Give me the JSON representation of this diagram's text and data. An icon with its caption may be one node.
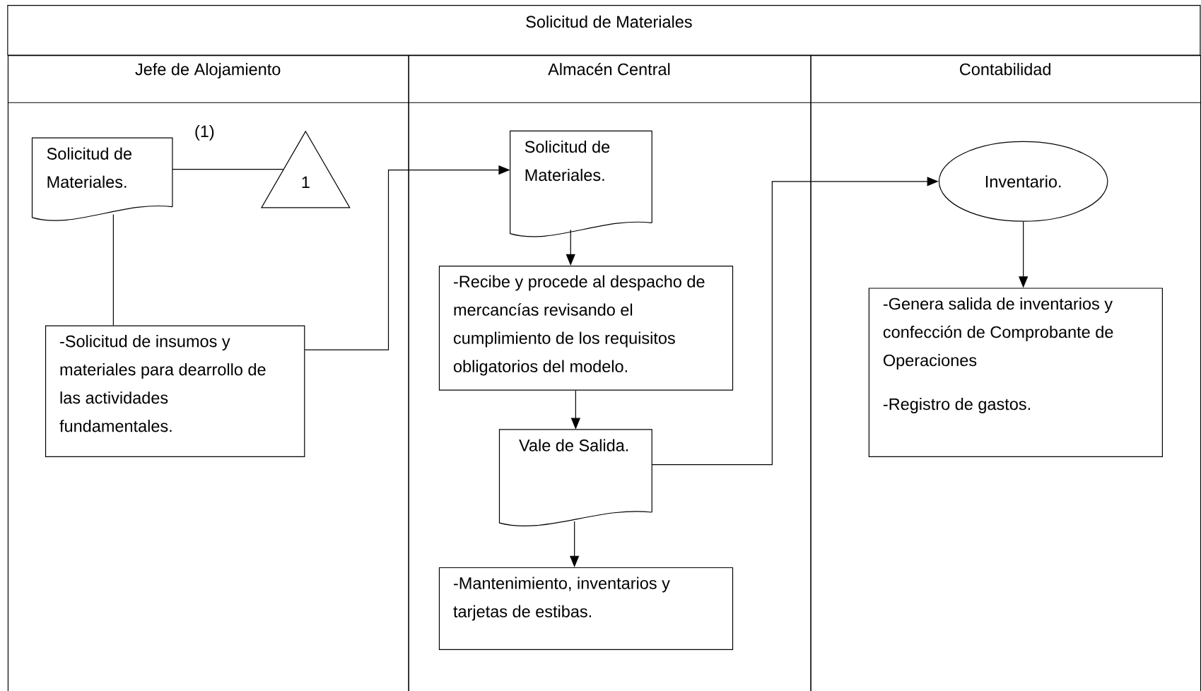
{
  "diagram": {
    "title": "Solicitud de Materiales",
    "nodes": [
      {
        "text": [
          "Jefe de Alojamiento"
        ]
      },
      {
        "text": [
          "Almacén Central"
        ]
      },
      {
        "text": [
          "Contabilidad"
        ]
      },
      {
        "text": [
          "Solicitud de Materiales."
        ],
        "in": 0
      },
      {
        "text": [
          "1"
        ],
        "in": 0
      },
      {
        "text": [
          "-Solicitud de insumos y materiales para dearrollo de las actividades fundamentales."
        ],
        "in": 0
      },
      {
        "text": [
          "Solicitud de Materiales."
        ],
        "in": 1
      },
      {
        "text": [
          "-Recibe y procede al despacho de mercancías revisando el cumplimiento de los requisitos obligatorios del modelo."
        ],
        "in": 1
      },
      {
        "text": [
          "Vale de Salida."
        ],
        "in": 1
      },
      {
        "text": [
          "-Mantenimiento, inventarios y tarjetas de estibas."
        ],
        "in": 1
      },
      {
        "text": [
          "Inventario."
        ],
        "in": 2
      },
      {
        "text": [
          "-Genera salida de inventarios y confección de Comprobante de Operaciones",
          "-Registro de gastos."
        ],
        "in": 2
      }
    ],
    "edges": [
      {
        "from": 3,
        "to": 4,
        "arrow": "none"
      },
      {
        "from": 3,
        "to": 5,
        "arrow": "none"
      },
      {
        "from": 5,
        "to": 6,
        "arrow": "to"
      },
      {
        "from": 6,
        "to": 7,
        "arrow": "to"
      },
      {
        "from": 7,
        "to": 8,
        "arrow": "to"
      },
      {
        "from": 8,
        "to": 9,
        "arrow": "to"
      },
      {
        "from": 8,
        "to": 10,
        "arrow": "to"
      },
      {
        "from": 10,
        "to": 11,
        "arrow": "to"
      }
    ],
    "labels": [
      "(1)"
    ]
  }
}
